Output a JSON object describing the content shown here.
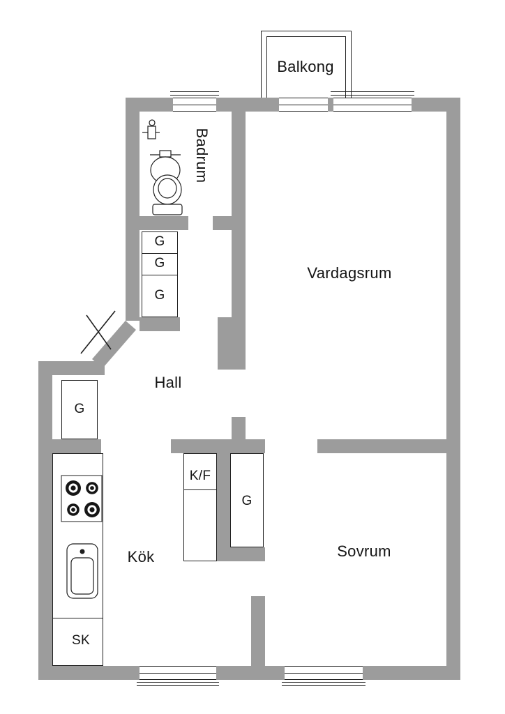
{
  "rooms": {
    "balkong": "Balkong",
    "badrum": "Badrum",
    "vardagsrum": "Vardagsrum",
    "hall": "Hall",
    "kok": "Kök",
    "sovrum": "Sovrum"
  },
  "storage": {
    "g1": "G",
    "g2": "G",
    "g3": "G",
    "hall_g": "G",
    "kf": "K/F",
    "kok_g": "G",
    "sk": "SK"
  },
  "icons": {
    "stove": "stove-icon",
    "kitchen_sink": "kitchen-sink-icon",
    "bathroom_sink": "bathroom-sink-icon",
    "toilet": "toilet-icon",
    "faucet": "faucet-icon",
    "entry_door": "entry-door-icon"
  },
  "colors": {
    "wall": "#9c9c9c",
    "line": "#1f1f1f",
    "floor": "#ffffff"
  }
}
